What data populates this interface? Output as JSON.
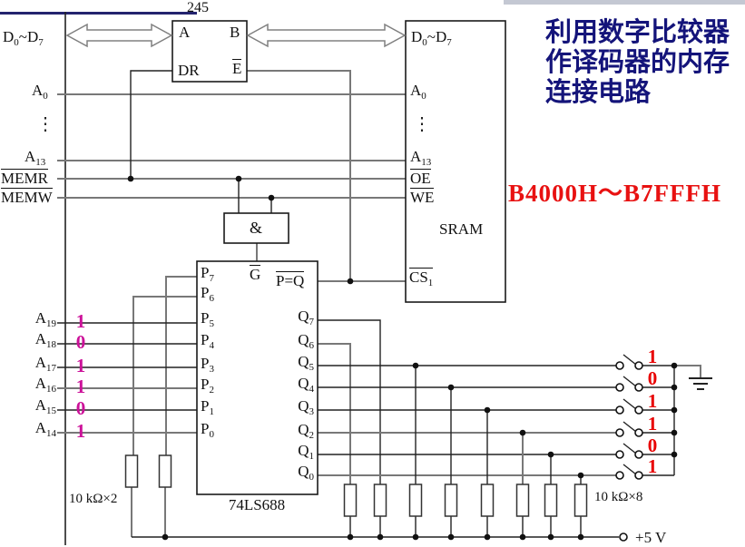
{
  "colors": {
    "magenta_value": "#cc1199",
    "red_value": "#e80000",
    "title_navy": "#14147a",
    "range_red": "#e81111",
    "accent_rule_navy": "#23236e",
    "top_bar_gray": "#c4c8d3"
  },
  "header": {
    "chip_label": "245"
  },
  "title": {
    "lines": [
      "利用数字比较器",
      "作译码器的内存",
      "连接电路"
    ]
  },
  "address_range": "B4000H～B7FFFH",
  "bus_labels": {
    "data": "D_0_~D_7_",
    "a0": "A_0_",
    "ellipsis": "⋮",
    "a13": "A_13_",
    "memr": "MEMR",
    "memw": "MEMW"
  },
  "transceiver": {
    "port_a": "A",
    "port_b": "B",
    "dr": "DR",
    "enable": "E"
  },
  "sram": {
    "data": "D_0_~D_7_",
    "a0": "A_0_",
    "ellipsis": "⋮",
    "a13": "A_13_",
    "oe": "OE",
    "we": "WE",
    "name": "SRAM",
    "cs": "CS_1_"
  },
  "and_gate": {
    "label": "&"
  },
  "comparator": {
    "name": "74LS688",
    "g": "G",
    "peq": "P=Q",
    "p_pins": [
      "P_7_",
      "P_6_",
      "P_5_",
      "P_4_",
      "P_3_",
      "P_2_",
      "P_1_",
      "P_0_"
    ],
    "q_pins": [
      "Q_7_",
      "Q_6_",
      "Q_5_",
      "Q_4_",
      "Q_3_",
      "Q_2_",
      "Q_1_",
      "Q_0_"
    ]
  },
  "address_inputs": {
    "labels": [
      "A_19_",
      "A_18_",
      "A_17_",
      "A_16_",
      "A_15_",
      "A_14_"
    ],
    "values": [
      "1",
      "0",
      "1",
      "1",
      "0",
      "1"
    ]
  },
  "switches": {
    "values": [
      "1",
      "0",
      "1",
      "1",
      "0",
      "1"
    ]
  },
  "resistor_groups": {
    "left": "10 kΩ×2",
    "right": "10 kΩ×8"
  },
  "power": "+5 V"
}
